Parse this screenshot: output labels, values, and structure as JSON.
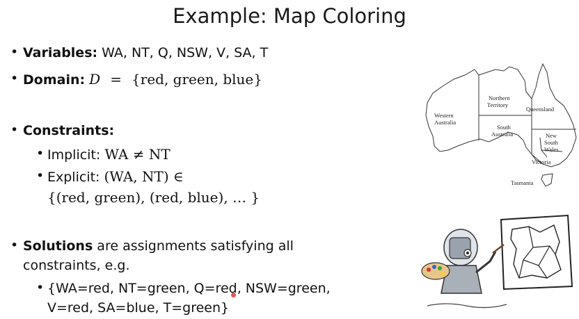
{
  "title": "Example: Map Coloring",
  "variables": {
    "label": "Variables:",
    "text": "WA, NT, Q, NSW, V, SA, T"
  },
  "domain": {
    "label": "Domain:",
    "symbol": "D",
    "equals": "=",
    "set": "{red, green, blue}"
  },
  "constraints": {
    "label": "Constraints:",
    "implicit_label": "Implicit:",
    "implicit_expr": "WA ≠  NT",
    "explicit_label": "Explicit:",
    "explicit_expr": "(WA, NT) ∈",
    "explicit_set": "{(red, green), (red, blue), … }"
  },
  "solutions": {
    "label": "Solutions",
    "text1": " are assignments satisfying all",
    "text2": "constraints, e.g.",
    "example1": "{WA=red, NT=green, Q=red, NSW=green,",
    "example2": "V=red, SA=blue, T=green}"
  },
  "map": {
    "western_australia_1": "Western",
    "western_australia_2": "Australia",
    "northern_territory_1": "Northern",
    "northern_territory_2": "Territory",
    "queensland": "Queensland",
    "south_australia_1": "South",
    "south_australia_2": "Australia",
    "new_south_wales_1": "New",
    "new_south_wales_2": "South",
    "new_south_wales_3": "Wales",
    "victoria": "Victoria",
    "tasmania": "Tasmania"
  },
  "colors": {
    "text": "#111111",
    "map_stroke": "#333333",
    "pointer": "#e05555"
  }
}
